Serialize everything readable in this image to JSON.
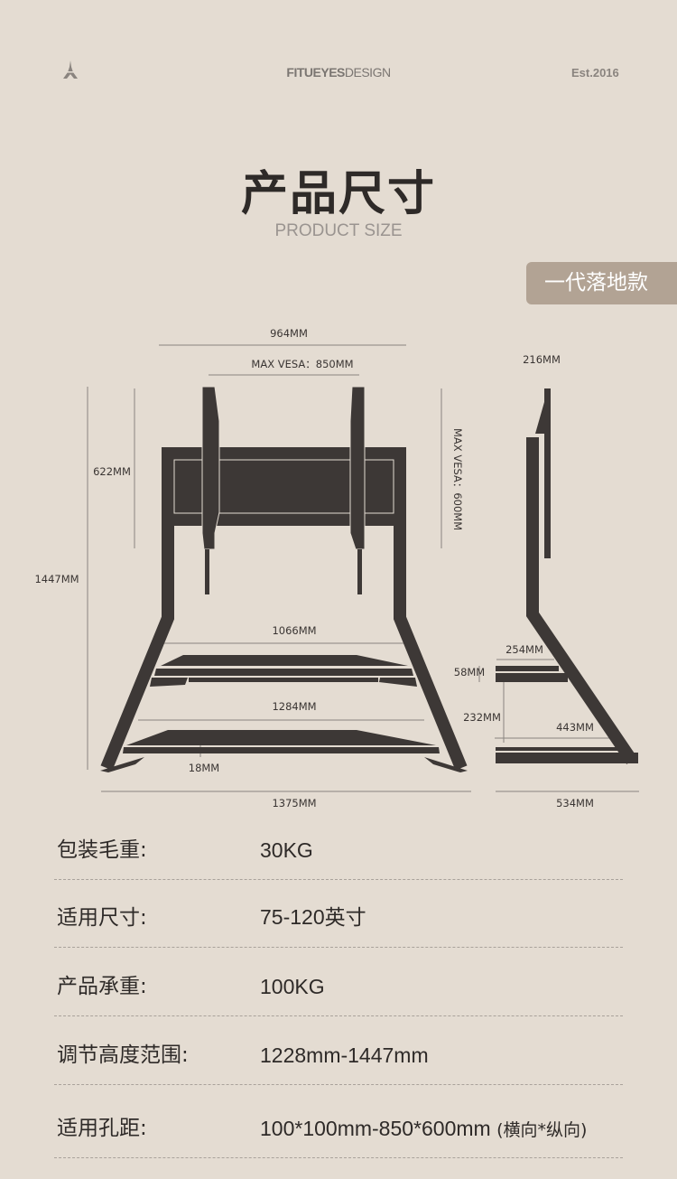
{
  "header": {
    "brand_bold": "FITUEYES",
    "brand_light": "DESIGN",
    "established": "Est.2016",
    "logo_icon": "eiffel-tower-icon"
  },
  "hero": {
    "title": "产品尺寸",
    "subtitle": "PRODUCT SIZE",
    "badge": "一代落地款"
  },
  "diagram": {
    "front": {
      "overall_width": "964MM",
      "max_vesa_h": "MAX VESA：850MM",
      "arm_height": "622MM",
      "total_height": "1447MM",
      "max_vesa_v": "MAX VESA：600MM",
      "upper_shelf_width": "1066MM",
      "lower_shelf_width": "1284MM",
      "shelf_thickness": "18MM",
      "base_width": "1375MM"
    },
    "side": {
      "top_depth": "216MM",
      "shelf_depth": "254MM",
      "shelf_height": "58MM",
      "shelf_gap": "232MM",
      "lower_depth": "443MM",
      "base_depth": "534MM"
    }
  },
  "specs": [
    {
      "label": "包装毛重:",
      "value": "30KG",
      "note": ""
    },
    {
      "label": "适用尺寸:",
      "value": "75-120英寸",
      "note": ""
    },
    {
      "label": "产品承重:",
      "value": "100KG",
      "note": ""
    },
    {
      "label": "调节高度范围:",
      "value": "1228mm-1447mm",
      "note": ""
    },
    {
      "label": "适用孔距:",
      "value": "100*100mm-850*600mm",
      "note": "(横向*纵向)"
    }
  ],
  "colors": {
    "background": "#e4dcd2",
    "frame": "#3d3836",
    "badge": "#b2a394"
  }
}
